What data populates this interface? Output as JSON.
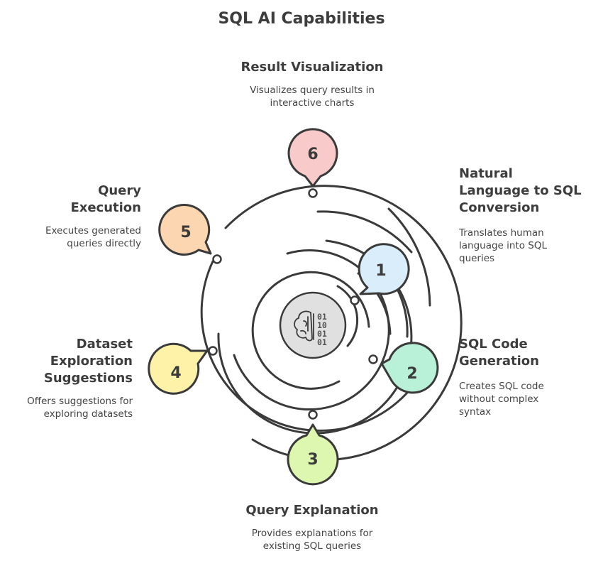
{
  "title": "SQL AI Capabilities",
  "center_icon": {
    "icon": "brain-binary-icon",
    "bits": [
      "01",
      "10",
      "01",
      "01"
    ]
  },
  "colors": {
    "line": "#3a3a3a",
    "step1": "#d9eefa",
    "step2": "#b8f0d8",
    "step3": "#def7b0",
    "step4": "#fdf2a8",
    "step5": "#fcd6b0",
    "step6": "#f9caca",
    "center": "#e0e0e0"
  },
  "steps": [
    {
      "number": "1",
      "heading_lines": [
        "Natural",
        "Language to SQL",
        "Conversion"
      ],
      "desc_lines": [
        "Translates human",
        "language into SQL",
        "queries"
      ]
    },
    {
      "number": "2",
      "heading_lines": [
        "SQL Code",
        "Generation"
      ],
      "desc_lines": [
        "Creates SQL code",
        "without complex",
        "syntax"
      ]
    },
    {
      "number": "3",
      "heading_lines": [
        "Query Explanation"
      ],
      "desc_lines": [
        "Provides explanations for",
        "existing SQL queries"
      ]
    },
    {
      "number": "4",
      "heading_lines": [
        "Dataset",
        "Exploration",
        "Suggestions"
      ],
      "desc_lines": [
        "Offers suggestions for",
        "exploring datasets"
      ]
    },
    {
      "number": "5",
      "heading_lines": [
        "Query",
        "Execution"
      ],
      "desc_lines": [
        "Executes generated",
        "queries directly"
      ]
    },
    {
      "number": "6",
      "heading_lines": [
        "Result Visualization"
      ],
      "desc_lines": [
        "Visualizes query results in",
        "interactive charts"
      ]
    }
  ]
}
